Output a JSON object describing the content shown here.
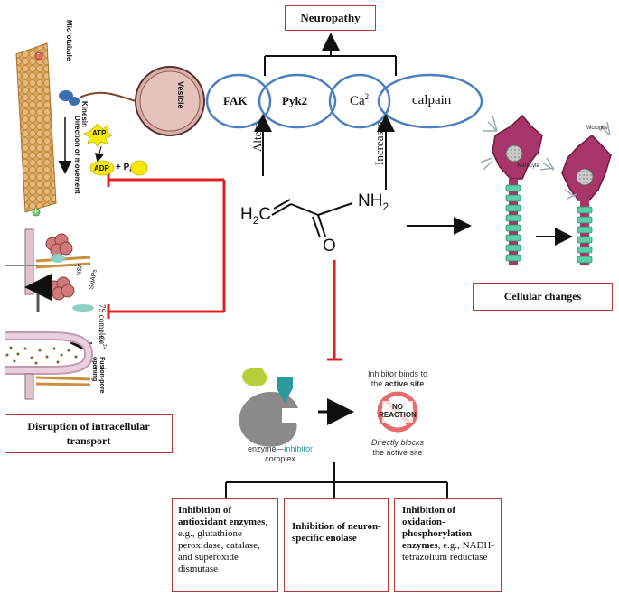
{
  "top": {
    "neuropathy": "Neuropathy"
  },
  "enzymes": {
    "fak": "FAK",
    "pyk2": "Pyk2",
    "ca": "Ca",
    "ca_sup": "2",
    "calpain": "calpain"
  },
  "arrows": {
    "alters": "Alters",
    "increases": "Increases"
  },
  "molecule": {
    "h2c": "H",
    "h2c_sub": "2",
    "h2c_c": "C",
    "nh2": "NH",
    "nh2_sub": "2",
    "o": "O"
  },
  "left_panel": {
    "microtubule": "Microtubule",
    "kinesin": "Kinesin",
    "vesicle": "Vesicle",
    "direction": "Direction of movement",
    "atp": "ATP",
    "adp": "ADP",
    "pi": "+ P",
    "pi_sub": "i",
    "minus": "-",
    "plus": "+",
    "nsf": "NSF",
    "snaps": "SNAPs",
    "complex": "7S complex",
    "ca_label": "Ca",
    "ca_label_sup": "2+",
    "fusion": "Fusion-pore opening"
  },
  "disruption": {
    "line1": "Disruption of intracellular",
    "line2": "transport"
  },
  "right_panel": {
    "astrocyte": "Astrocyte",
    "microglia": "Microglia",
    "cellular_changes": "Cellular changes"
  },
  "enzyme_panel": {
    "inhibitor_binds_line1": "Inhibitor binds to",
    "inhibitor_binds_line2_pre": "the ",
    "inhibitor_binds_line2_bold": "active site",
    "no": "NO",
    "reaction": "REACTION",
    "complex_label_enzyme": "enzyme",
    "complex_label_dash": "—",
    "complex_label_inhibitor": "inhibitor",
    "complex_label_line2": "complex",
    "directly_line1": "Directly blocks",
    "directly_line2": "the active site"
  },
  "bottom": {
    "box1_bold": "Inhibition of antioxidant enzymes",
    "box1_rest": ", e.g., glutathione peroxidase, catalase, and superoxide dismutase",
    "box2_bold": "Inhibition of neuron-specific enolase",
    "box3_bold": "Inhibition of oxidation-phosphorylation enzymes",
    "box3_rest": ", e.g., NADH-tetrazolium reductase"
  },
  "colors": {
    "red": "#b53a3a",
    "inhibit_red": "#e02020",
    "blue": "#4a7fc1",
    "teal": "#2b9a9a",
    "gray": "#888888"
  }
}
